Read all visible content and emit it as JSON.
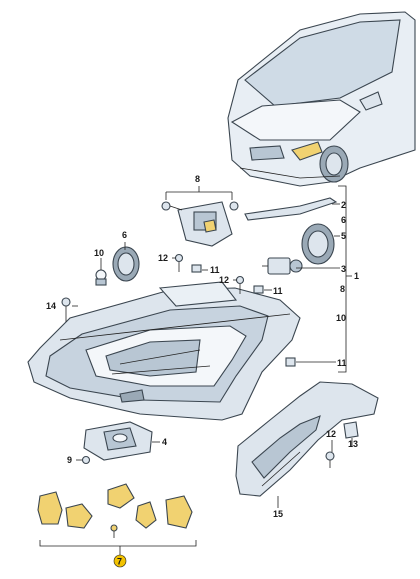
{
  "colors": {
    "part_fill": "#dde5ed",
    "part_shade": "#b8c6d3",
    "accent_yellow": "#f1d271",
    "badge_yellow": "#f2c200",
    "line": "#222222"
  },
  "callouts": {
    "c1": "1",
    "c2": "2",
    "c3": "3",
    "c4": "4",
    "c5": "5",
    "c6a": "6",
    "c6b": "6",
    "c7": "7",
    "c8a": "8",
    "c8b": "8",
    "c9": "9",
    "c10a": "10",
    "c10b": "10",
    "c11a": "11",
    "c11b": "11",
    "c11c": "11",
    "c12a": "12",
    "c12b": "12",
    "c12c": "12",
    "c13": "13",
    "c14": "14",
    "c15": "15"
  }
}
